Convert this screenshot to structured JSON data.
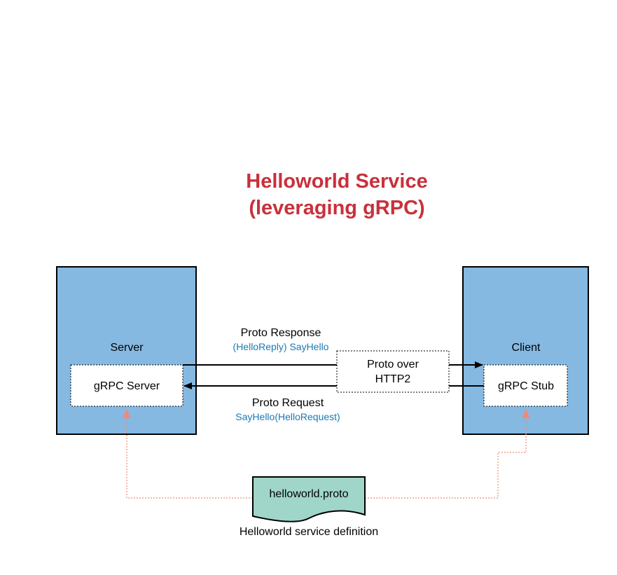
{
  "title": {
    "line1": "Helloworld Service",
    "line2": "(leveraging gRPC)"
  },
  "server": {
    "label": "Server",
    "inner_label": "gRPC Server"
  },
  "client": {
    "label": "Client",
    "inner_label": "gRPC Stub"
  },
  "transport": {
    "line1": "Proto over",
    "line2": "HTTP2"
  },
  "response": {
    "label": "Proto Response",
    "sublabel": "(HelloReply) SayHello"
  },
  "request": {
    "label": "Proto Request",
    "sublabel": "SayHello(HelloRequest)"
  },
  "proto_file": {
    "label": "helloworld.proto",
    "caption": "Helloworld service definition"
  },
  "colors": {
    "title": "#c9303b",
    "box_fill": "#85b9e2",
    "doc_fill": "#a0d6ca",
    "method_text": "#1a7ab4",
    "dependency_line": "#f08a78"
  }
}
